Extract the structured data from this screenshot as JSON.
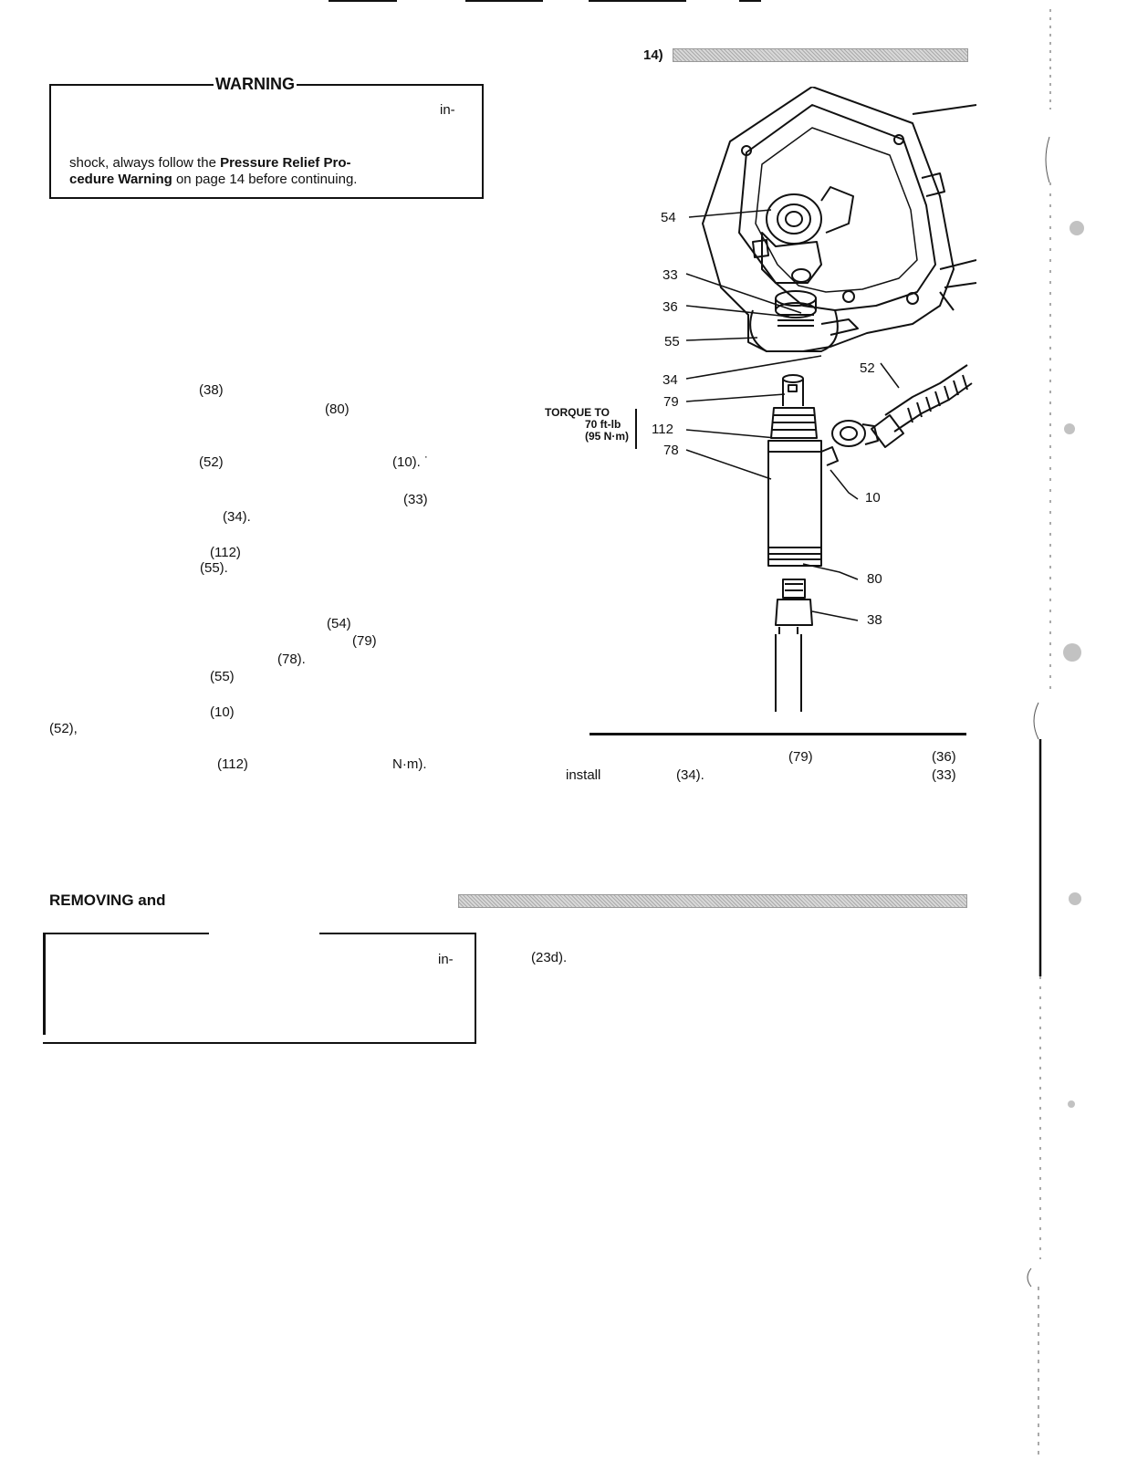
{
  "header": {
    "section_number": "14)"
  },
  "warning_box_top": {
    "title": "WARNING",
    "line_fragment": "in-",
    "text_line1_pre": "shock, always follow the ",
    "text_line1_bold": "Pressure Relief Pro-",
    "text_line2_bold": "cedure Warning",
    "text_line2_post": " on page 14 before continuing."
  },
  "left_refs": {
    "r38": "(38)",
    "r80": "(80)",
    "r52": "(52)",
    "r10": "(10). ˙",
    "r33": "(33)",
    "r34": "(34).",
    "r112": "(112)",
    "r55": "(55).",
    "r54": "(54)",
    "r79": "(79)",
    "r78": "(78).",
    "r55b": "(55)",
    "r10b": "(10)",
    "r52b": "(52),",
    "r112b": "(112)",
    "nm": "N·m)."
  },
  "figure": {
    "callouts": {
      "c54": "54",
      "c33": "33",
      "c36": "36",
      "c55": "55",
      "c34": "34",
      "c52": "52",
      "c79": "79",
      "c112": "112",
      "c78": "78",
      "c10": "10",
      "c80": "80",
      "c38": "38"
    },
    "torque": {
      "line1": "TORQUE TO",
      "line2": "70 ft-lb",
      "line3": "(95 N·m)"
    }
  },
  "caption": {
    "r79": "(79)",
    "r36": "(36)",
    "install": "install",
    "r34": "(34).",
    "r33": "(33)"
  },
  "section2": {
    "heading": "REMOVING and",
    "box_fragment": "in-",
    "right_ref": "(23d)."
  }
}
